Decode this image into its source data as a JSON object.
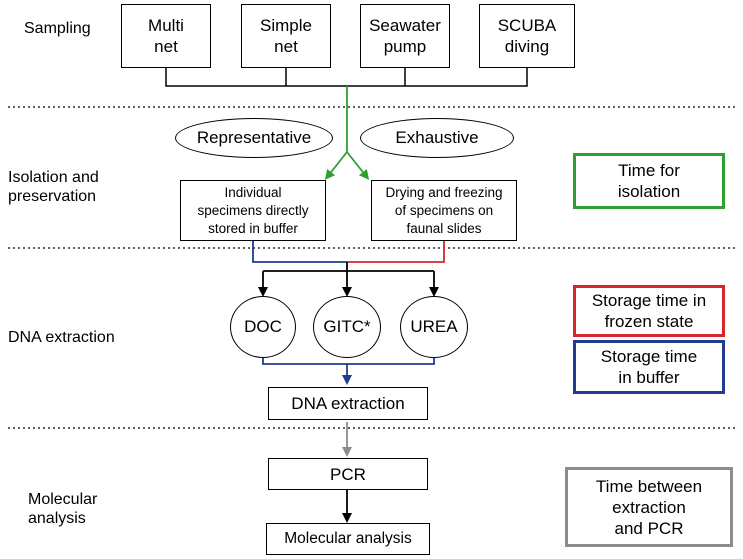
{
  "stages": {
    "sampling": "Sampling",
    "isolation": "Isolation and\npreservation",
    "extraction": "DNA extraction",
    "molecular": "Molecular\nanalysis"
  },
  "sampling_methods": [
    "Multi\nnet",
    "Simple\nnet",
    "Seawater\npump",
    "SCUBA\ndiving"
  ],
  "approaches": {
    "representative": "Representative",
    "exhaustive": "Exhaustive"
  },
  "preservation": {
    "buffer": "Individual\nspecimens directly\nstored in buffer",
    "frozen": "Drying and freezing\nof specimens on\nfaunal slides"
  },
  "extraction_methods": [
    "DOC",
    "GITC*",
    "UREA"
  ],
  "steps": {
    "dna_extraction": "DNA extraction",
    "pcr": "PCR",
    "molecular_analysis": "Molecular analysis"
  },
  "legend": [
    {
      "text": "Time for\nisolation",
      "color": "#2ea02e"
    },
    {
      "text": "Storage time in\nfrozen state",
      "color": "#d6262b"
    },
    {
      "text": "Storage time\nin buffer",
      "color": "#1f3c8f"
    },
    {
      "text": "Time between\nextraction\nand PCR",
      "color": "#8c8c8c"
    }
  ],
  "colors": {
    "green": "#2ea02e",
    "red": "#d6262b",
    "blue": "#1f3c8f",
    "gray": "#8c8c8c"
  }
}
